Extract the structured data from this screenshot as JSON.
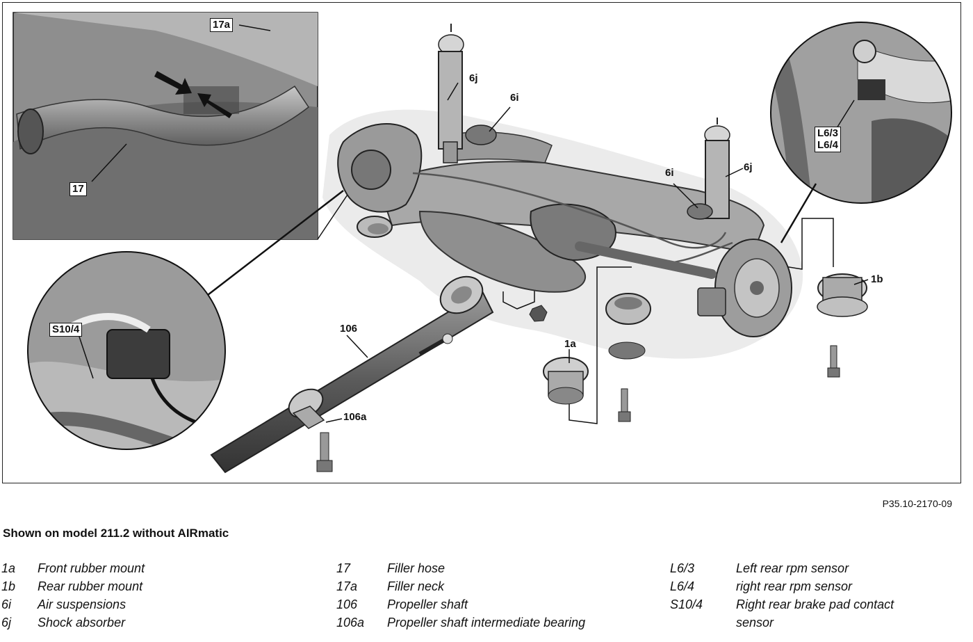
{
  "callouts": {
    "c17a": "17a",
    "c17": "17",
    "c6j_left": "6j",
    "c6i_left": "6i",
    "c6i_right": "6i",
    "c6j_right": "6j",
    "cL63": "L6/3",
    "cL64": "L6/4",
    "c1b": "1b",
    "c1a": "1a",
    "c106": "106",
    "c106a": "106a",
    "cS104": "S10/4"
  },
  "figure_code": "P35.10-2170-09",
  "caption": "Shown on model 211.2 without AIRmatic",
  "legend": [
    {
      "code": "1a",
      "desc": "Front rubber mount"
    },
    {
      "code": "1b",
      "desc": "Rear rubber mount"
    },
    {
      "code": "6i",
      "desc": "Air suspensions"
    },
    {
      "code": "6j",
      "desc": "Shock absorber"
    },
    {
      "code": "17",
      "desc": "Filler hose"
    },
    {
      "code": "17a",
      "desc": "Filler neck"
    },
    {
      "code": "106",
      "desc": "Propeller shaft"
    },
    {
      "code": "106a",
      "desc": "Propeller shaft intermediate bearing"
    },
    {
      "code": "L6/3",
      "desc": "Left rear rpm sensor"
    },
    {
      "code": "L6/4",
      "desc": "right rear rpm sensor"
    },
    {
      "code": "S10/4",
      "desc": "Right rear brake pad contact"
    },
    {
      "code": "",
      "desc": "sensor"
    }
  ],
  "colors": {
    "shadow": "#ebebeb",
    "part": "#a8a8a8",
    "part_dark": "#6b6b6b",
    "photo_bg": "#8a8a8a"
  }
}
